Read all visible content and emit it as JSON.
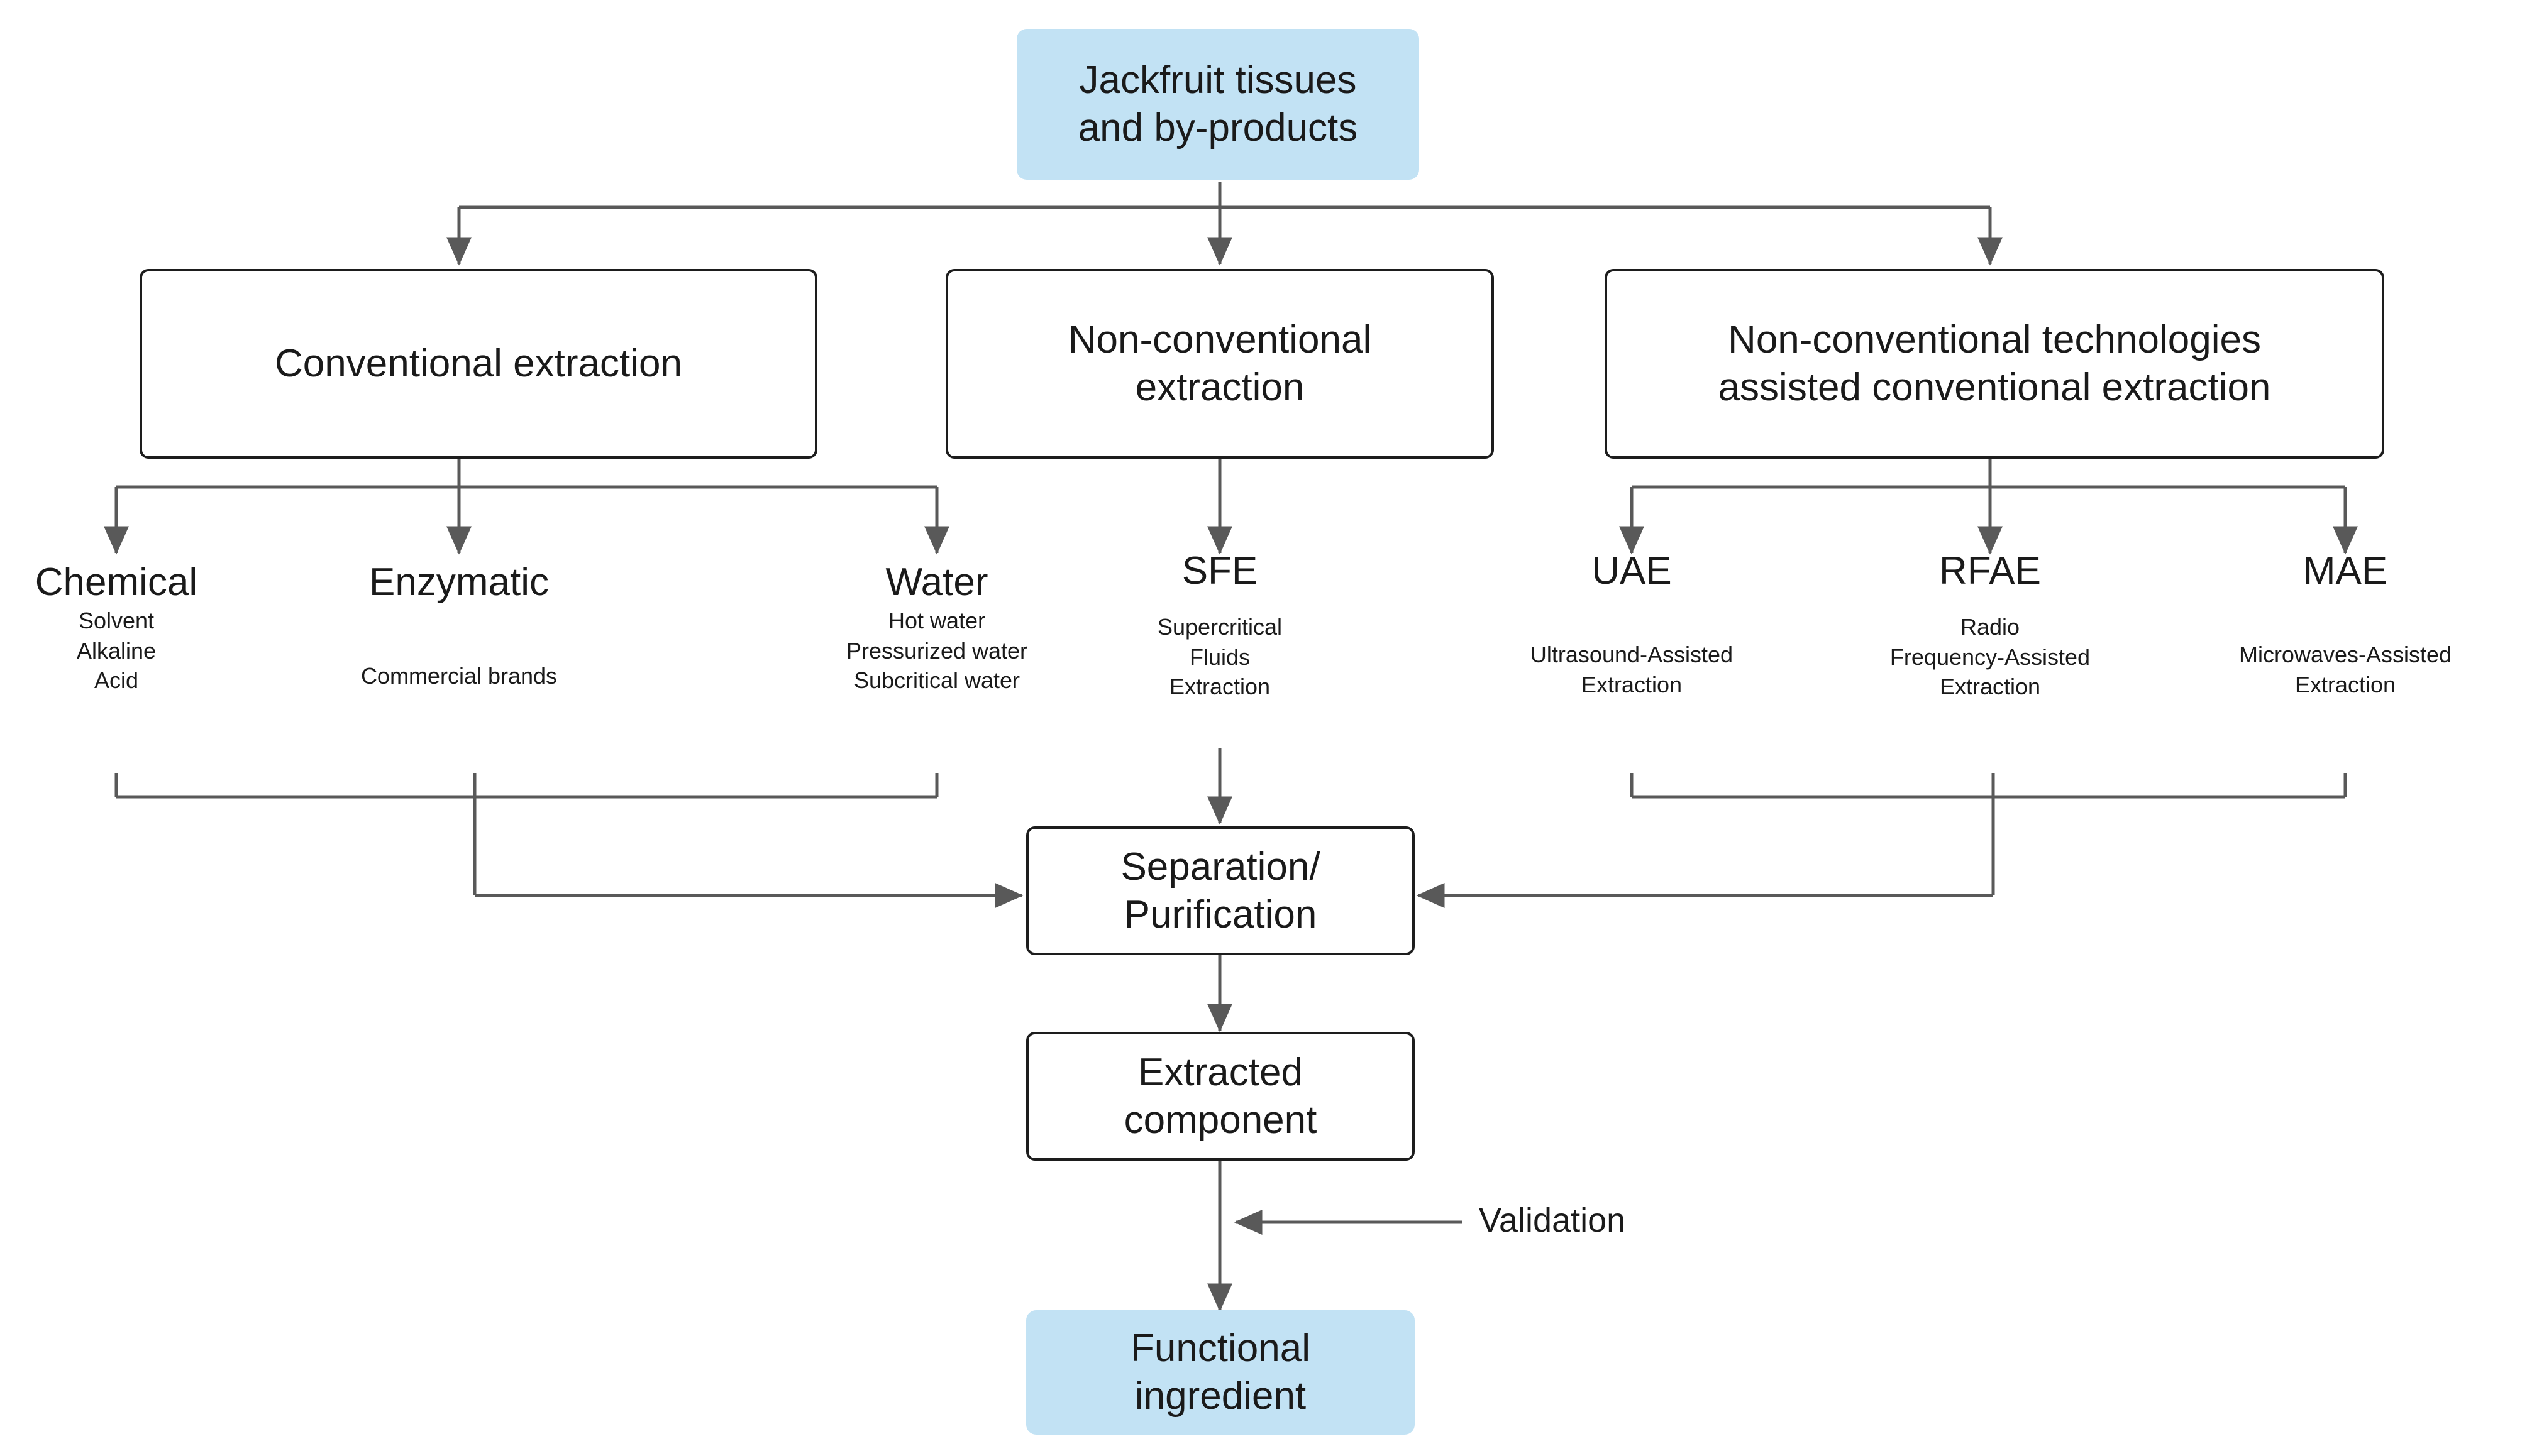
{
  "diagram": {
    "title": "Jackfruit tissues and by-products extraction workflow",
    "colors": {
      "accent_blue": "#c2e2f4",
      "stroke": "#1d1d1d",
      "wire": "#595959",
      "text": "#1a1a1a",
      "background": "#ffffff"
    },
    "source_node": {
      "label": "Jackfruit tissues\nand by-products"
    },
    "branches": [
      {
        "id": "conventional",
        "label": "Conventional extraction"
      },
      {
        "id": "non-conventional",
        "label": "Non-conventional\nextraction"
      },
      {
        "id": "assisted",
        "label": "Non-conventional technologies\nassisted conventional extraction"
      }
    ],
    "methods": [
      {
        "id": "chemical",
        "title": "Chemical",
        "sub": "Solvent\nAlkaline\nAcid"
      },
      {
        "id": "enzymatic",
        "title": "Enzymatic",
        "sub": "Commercial brands"
      },
      {
        "id": "water",
        "title": "Water",
        "sub": "Hot water\nPressurized water\nSubcritical water"
      },
      {
        "id": "sfe",
        "title": "SFE",
        "sub": "Supercritical\nFluids\nExtraction"
      },
      {
        "id": "uae",
        "title": "UAE",
        "sub": "Ultrasound-Assisted\nExtraction"
      },
      {
        "id": "rfae",
        "title": "RFAE",
        "sub": "Radio\nFrequency-Assisted\nExtraction"
      },
      {
        "id": "mae",
        "title": "MAE",
        "sub": "Microwaves-Assisted\nExtraction"
      }
    ],
    "process": {
      "separation": {
        "label": "Separation/\nPurification"
      },
      "extracted": {
        "label": "Extracted\ncomponent"
      },
      "validation": {
        "label": "Validation"
      },
      "output": {
        "label": "Functional\ningredient"
      }
    }
  }
}
